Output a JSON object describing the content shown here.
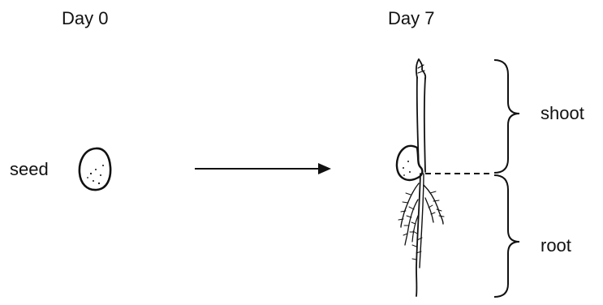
{
  "labels": {
    "day_start": "Day 0",
    "day_end": "Day 7",
    "seed": "seed",
    "shoot": "shoot",
    "root": "root"
  },
  "colors": {
    "ink": "#111111",
    "background": "#ffffff"
  }
}
